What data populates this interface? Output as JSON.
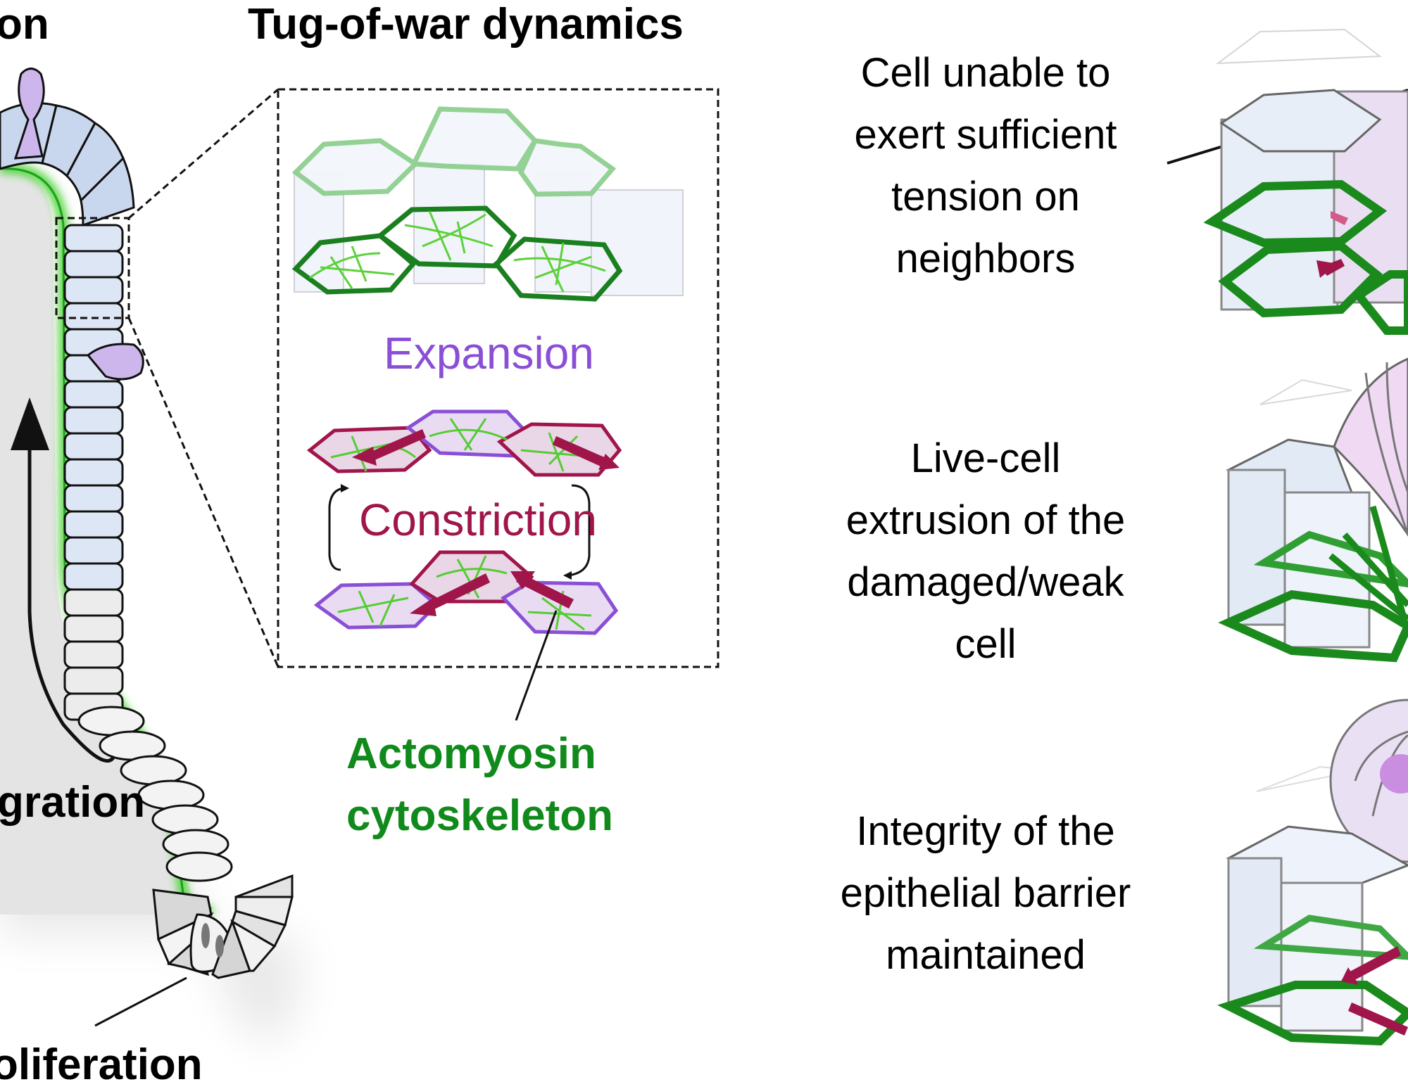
{
  "panels": {
    "left": {
      "title_fragment": "on",
      "migration_label_fragment": "gration",
      "proliferation_label_fragment": "oliferation"
    },
    "middle": {
      "title": "Tug-of-war dynamics",
      "expansion_label": "Expansion",
      "constriction_label": "Constriction",
      "actomyosin_label_line1": "Actomyosin",
      "actomyosin_label_line2": "cytoskeleton"
    },
    "right": {
      "descriptions": [
        {
          "lines": [
            "Cell unable to",
            "exert sufficient",
            "tension on",
            "neighbors"
          ]
        },
        {
          "lines": [
            "Live-cell",
            "extrusion of the",
            "damaged/weak",
            "cell"
          ]
        },
        {
          "lines": [
            "Integrity of the",
            "epithelial barrier",
            "maintained"
          ]
        }
      ]
    }
  },
  "colors": {
    "actomyosin_green": "#118a1c",
    "bright_green": "#4cc62a",
    "expansion_purple": "#8a4fd6",
    "constriction_crimson": "#a0154a",
    "cell_blue": "#c9d7ee",
    "goblet_lilac": "#cdb6ec",
    "lumen_gray": "#e6e6e6"
  }
}
